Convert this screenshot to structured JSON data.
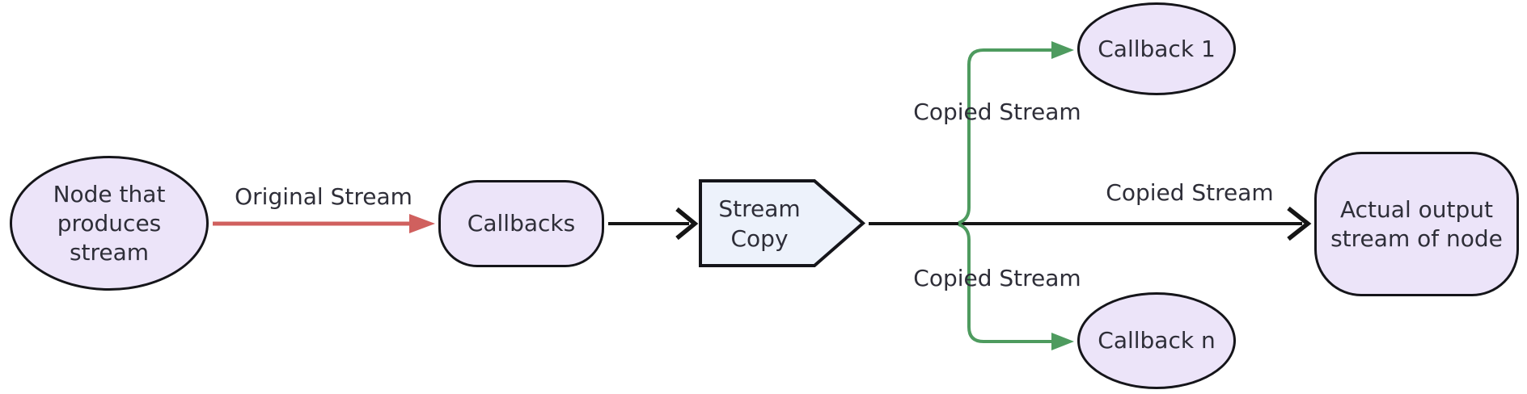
{
  "colors": {
    "background": "#ffffff",
    "node_fill_purple": "#ece4f9",
    "node_fill_blue": "#edf2fb",
    "node_border": "#15151a",
    "text": "#2e2e38",
    "edge_red": "#d0605e",
    "edge_green": "#4e9b5f",
    "edge_black": "#151515"
  },
  "nodes": {
    "producer": {
      "line1": "Node that",
      "line2": "produces",
      "line3": "stream",
      "shape": "ellipse"
    },
    "callbacks": {
      "label": "Callbacks",
      "shape": "stadium"
    },
    "stream_copy": {
      "line1": "Stream",
      "line2": "Copy",
      "shape": "right-pointing-pentagon"
    },
    "callback_1": {
      "label": "Callback 1",
      "shape": "ellipse"
    },
    "callback_n": {
      "label": "Callback n",
      "shape": "ellipse"
    },
    "actual_output": {
      "line1": "Actual output",
      "line2": "stream of node",
      "shape": "rounded-rectangle"
    }
  },
  "edges": [
    {
      "from": "producer",
      "to": "callbacks",
      "label": "Original Stream",
      "color": "#d0605e"
    },
    {
      "from": "callbacks",
      "to": "stream_copy",
      "label": "",
      "color": "#151515"
    },
    {
      "from": "stream_copy",
      "to": "callback_1",
      "label": "Copied Stream",
      "color": "#4e9b5f"
    },
    {
      "from": "stream_copy",
      "to": "actual_output",
      "label": "Copied Stream",
      "color": "#151515"
    },
    {
      "from": "stream_copy",
      "to": "callback_n",
      "label": "Copied Stream",
      "color": "#4e9b5f"
    }
  ]
}
